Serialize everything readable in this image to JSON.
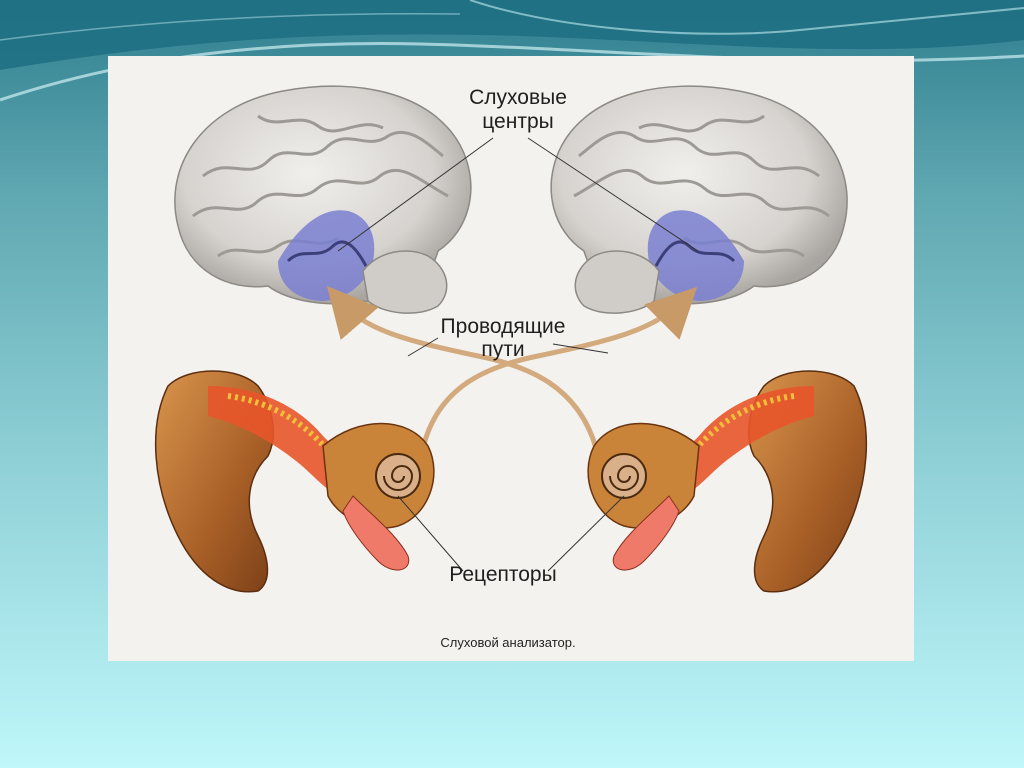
{
  "figure": {
    "label_centers_line1": "Слуховые",
    "label_centers_line2": "центры",
    "label_paths_line1": "Проводящие",
    "label_paths_line2": "пути",
    "label_receptors": "Рецепторы",
    "caption": "Слуховой анализатор."
  },
  "colors": {
    "slide_top": "#2f7f8f",
    "slide_bottom": "#bff7fa",
    "panel": "#f3f2ee",
    "brain": "#d8d6d2",
    "auditory_cortex": "#7a7fd0",
    "pathway": "#d2aa7e",
    "ear_outer": "#b06b2f",
    "ear_canal": "#e8552a"
  }
}
